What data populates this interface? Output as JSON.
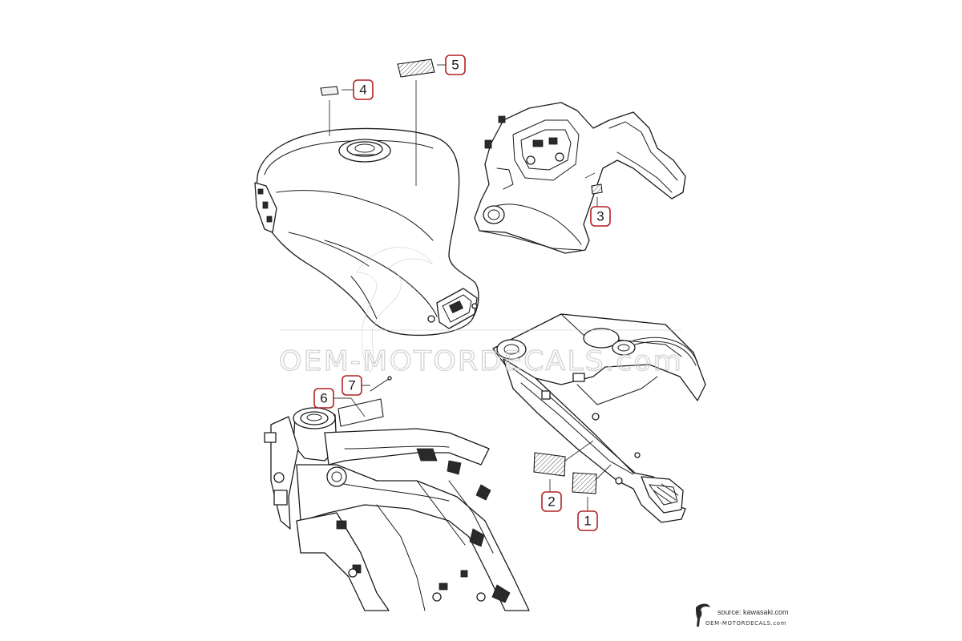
{
  "callouts": [
    {
      "number": "1"
    },
    {
      "number": "2"
    },
    {
      "number": "3"
    },
    {
      "number": "4"
    },
    {
      "number": "5"
    },
    {
      "number": "6"
    },
    {
      "number": "7"
    }
  ],
  "watermark": {
    "text": "OEM-MOTORDECALS.com"
  },
  "source": {
    "label": "source: kawasaki.com",
    "brand": "OEM-MOTORDECALS.com"
  },
  "colors": {
    "callout_border": "#b22222",
    "line_art": "#1a1a1a",
    "watermark": "#c9c9c9"
  }
}
